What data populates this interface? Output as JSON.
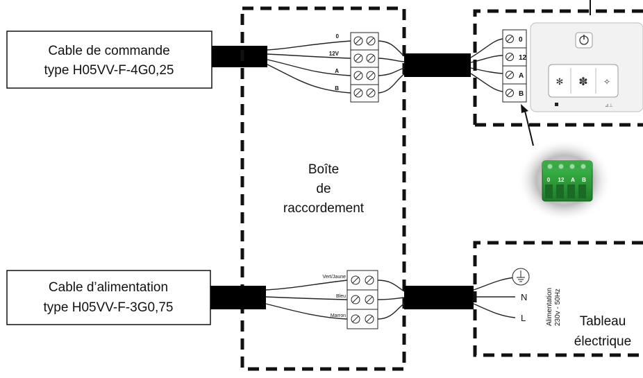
{
  "cables": {
    "commande": {
      "line1": "Cable de commande",
      "line2": "type H05VV-F-4G0,25"
    },
    "alimentation": {
      "line1": "Cable d’alimentation",
      "line2": "type H05VV-F-3G0,75"
    }
  },
  "junction_box": {
    "line1": "Boîte",
    "line2": "de",
    "line3": "raccordement"
  },
  "junction_terminals_control": [
    "0",
    "12V",
    "A",
    "B"
  ],
  "junction_terminals_power": [
    "Vert/Jaune",
    "Bleu",
    "Marron"
  ],
  "device_terminals": [
    "0",
    "12",
    "A",
    "B"
  ],
  "connector_labels": [
    "0",
    "12",
    "A",
    "B"
  ],
  "panel": {
    "supply_line1": "Alimentation",
    "supply_line2": "230v - 50Hz",
    "terminal_n": "N",
    "terminal_l": "L",
    "title_line1": "Tableau",
    "title_line2": "électrique"
  },
  "colors": {
    "line": "#111111",
    "connector_green": "#2e9e3a",
    "background": "#ffffff"
  }
}
